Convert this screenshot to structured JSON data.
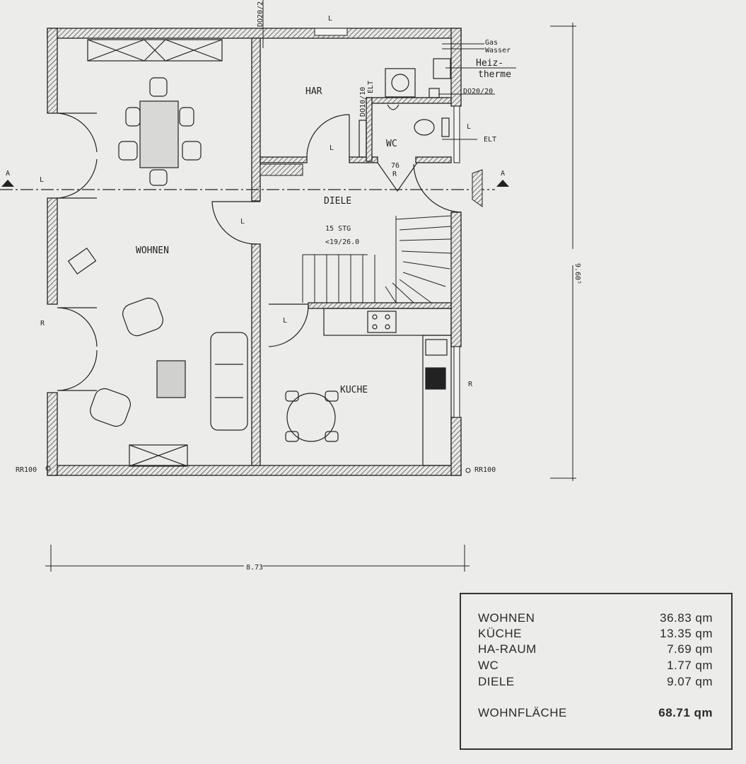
{
  "rooms": {
    "wohnen": "WOHNEN",
    "har": "HAR",
    "wc": "WC",
    "diele": "DIELE",
    "kuche": "KUCHE"
  },
  "annotations": {
    "stairs_count": "15 STG",
    "stairs_ratio": "<19/26.0",
    "wc_door_width": "76",
    "wc_door_r": "R",
    "gas": "Gas",
    "wasser": "Wasser",
    "heiz": "Heiz-",
    "therme": "therme",
    "duct_1": "DO20/20",
    "duct_2": "DO10/10",
    "duct_top": "DO20/2",
    "elt_1": "ELT",
    "elt_2": "ELT",
    "section_left": "A",
    "section_right": "A",
    "rr_left": "RR100",
    "rr_right": "RR100",
    "l": "L",
    "r": "R"
  },
  "dimensions": {
    "height": "9.60⁵",
    "width": "8.73"
  },
  "area_table": {
    "rows": [
      {
        "room": "WOHNEN",
        "area": "36.83 qm"
      },
      {
        "room": "KÜCHE",
        "area": "13.35 qm"
      },
      {
        "room": "HA-RAUM",
        "area": "7.69 qm"
      },
      {
        "room": "WC",
        "area": "1.77 qm"
      },
      {
        "room": "DIELE",
        "area": "9.07 qm"
      }
    ],
    "total_label": "WOHNFLÄCHE",
    "total_value": "68.71 qm"
  }
}
